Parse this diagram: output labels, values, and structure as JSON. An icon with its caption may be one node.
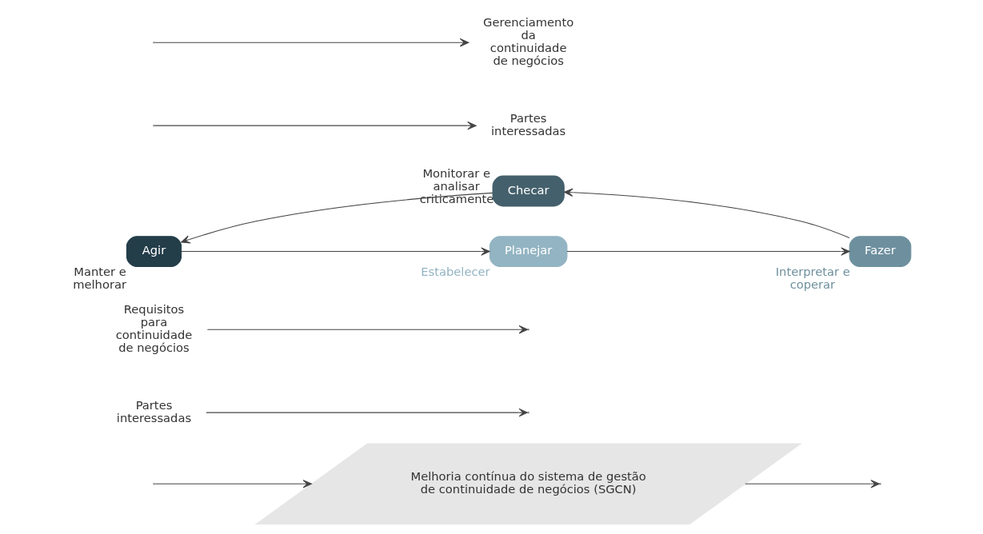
{
  "diagram": {
    "nodes": [
      {
        "text": [
          "Melhoria contínua do sistema de gestão de continuidade de negócios (SGCN)"
        ]
      },
      {
        "text": [
          "Partes interessadas"
        ]
      },
      {
        "text": [
          "Requisitos para continuidade de negócios"
        ]
      },
      {
        "text": [
          "Planejar"
        ],
        "beside": [
          "Estabelecer"
        ]
      },
      {
        "text": [
          "Fazer"
        ],
        "beside": [
          "Interpretar e coperar"
        ]
      },
      {
        "text": [
          "Checar"
        ],
        "beside": [
          "Monitorar e analisar criticamente"
        ]
      },
      {
        "text": [
          "Agir"
        ],
        "beside": [
          "Manter e melhorar"
        ]
      },
      {
        "text": [
          "Partes interessadas"
        ]
      },
      {
        "text": [
          "Gerenciamento da continuidade de negócios"
        ]
      }
    ],
    "edges": [
      {
        "from": null,
        "to": 0,
        "arrow": "to"
      },
      {
        "from": 0,
        "to": null,
        "arrow": "to"
      },
      {
        "from": 1,
        "to": null,
        "arrow": "to"
      },
      {
        "from": 2,
        "to": null,
        "arrow": "to"
      },
      {
        "from": 3,
        "to": 4,
        "arrow": "to"
      },
      {
        "from": 4,
        "to": 5,
        "arrow": "to"
      },
      {
        "from": 5,
        "to": 6,
        "arrow": "to"
      },
      {
        "from": 6,
        "to": 3,
        "arrow": "to"
      },
      {
        "from": null,
        "to": 7,
        "arrow": "to"
      },
      {
        "from": null,
        "to": 8,
        "arrow": "to"
      }
    ]
  }
}
